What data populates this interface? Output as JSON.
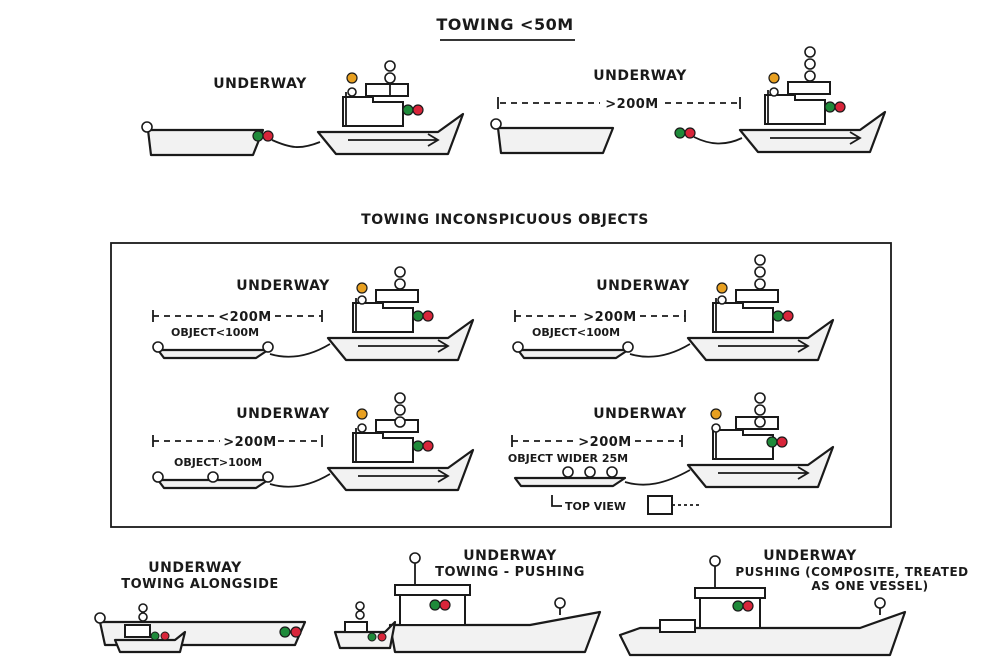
{
  "title": "TOWING <50M",
  "section2_title": "TOWING INCONSPICUOUS OBJECTS",
  "labels": {
    "top_left": "UNDERWAY",
    "top_right": "UNDERWAY",
    "top_right_dim": ">200M",
    "box_tl": "UNDERWAY",
    "box_tl_dim": "<200M",
    "box_tl_obj": "OBJECT<100M",
    "box_tr": "UNDERWAY",
    "box_tr_dim": ">200M",
    "box_tr_obj": "OBJECT<100M",
    "box_bl": "UNDERWAY",
    "box_bl_dim": ">200M",
    "box_bl_obj": "OBJECT>100M",
    "box_br": "UNDERWAY",
    "box_br_dim": ">200M",
    "box_br_obj": "OBJECT WIDER 25M",
    "top_view": "TOP VIEW",
    "bot1_a": "UNDERWAY",
    "bot1_b": "TOWING ALONGSIDE",
    "bot2_a": "UNDERWAY",
    "bot2_b": "TOWING - PUSHING",
    "bot3_a": "UNDERWAY",
    "bot3_b": "PUSHING (COMPOSITE, TREATED",
    "bot3_c": "AS ONE VESSEL)"
  },
  "colors": {
    "masthead_yellow": "#e8a020",
    "sidelight_green": "#1f8a3a",
    "sidelight_red": "#d8253a",
    "ink": "#1a1a1a"
  }
}
